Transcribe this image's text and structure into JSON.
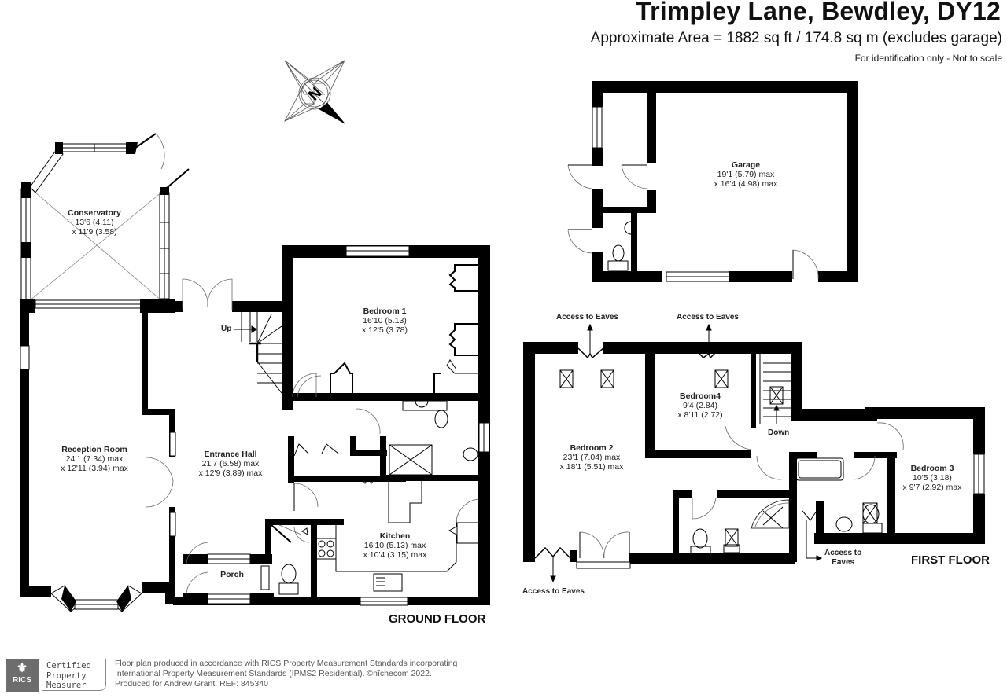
{
  "header": {
    "title": "Trimpley Lane, Bewdley, DY12",
    "area": "Approximate Area = 1882 sq ft / 174.8 sq m (excludes garage)",
    "note": "For identification only - Not to scale"
  },
  "compass": {
    "label": "N",
    "icon": "compass-rose-icon"
  },
  "ground_floor": {
    "label": "GROUND FLOOR",
    "rooms": [
      {
        "name": "Conservatory",
        "dim1": "13'6 (4.11)",
        "dim2": "x 11'9 (3.58)"
      },
      {
        "name": "Reception Room",
        "dim1": "24'1 (7.34) max",
        "dim2": "x 12'11 (3.94) max"
      },
      {
        "name": "Entrance Hall",
        "dim1": "21'7 (6.58) max",
        "dim2": "x 12'9 (3.89) max"
      },
      {
        "name": "Bedroom 1",
        "dim1": "16'10 (5.13)",
        "dim2": "x 12'5 (3.78)"
      },
      {
        "name": "Kitchen",
        "dim1": "16'10 (5.13) max",
        "dim2": "x 10'4 (3.15) max"
      },
      {
        "name": "Porch"
      }
    ],
    "stairs_label": "Up"
  },
  "outbuilding": {
    "rooms": [
      {
        "name": "Garage",
        "dim1": "19'1 (5.79) max",
        "dim2": "x 16'4 (4.98) max"
      }
    ]
  },
  "first_floor": {
    "label": "FIRST FLOOR",
    "rooms": [
      {
        "name": "Bedroom 2",
        "dim1": "23'1 (7.04) max",
        "dim2": "x 18'1 (5.51) max"
      },
      {
        "name": "Bedroom4",
        "dim1": "9'4 (2.84)",
        "dim2": "x 8'11 (2.72)"
      },
      {
        "name": "Bedroom 3",
        "dim1": "10'5 (3.18)",
        "dim2": "x 9'7 (2.92) max"
      }
    ],
    "stairs_label": "Down",
    "eaves": [
      "Access to Eaves",
      "Access to Eaves",
      "Access to Eaves",
      "Access to Eaves"
    ],
    "eaves_split": [
      "Access to",
      "Eaves"
    ]
  },
  "footer": {
    "badge": {
      "org": "RICS",
      "line1": "Certified",
      "line2": "Property",
      "line3": "Measurer"
    },
    "line1": "Floor plan produced in accordance with RICS Property Measurement Standards incorporating",
    "line2": "International Property Measurement Standards (IPMS2 Residential).   ©nĩchecom 2022.",
    "line3": "Produced for Andrew Grant.   REF:  845340"
  },
  "colors": {
    "wall": "#000000",
    "background": "#ffffff",
    "text": "#111111",
    "footer_text": "#555555",
    "badge_gray": "#6d6d6d"
  }
}
